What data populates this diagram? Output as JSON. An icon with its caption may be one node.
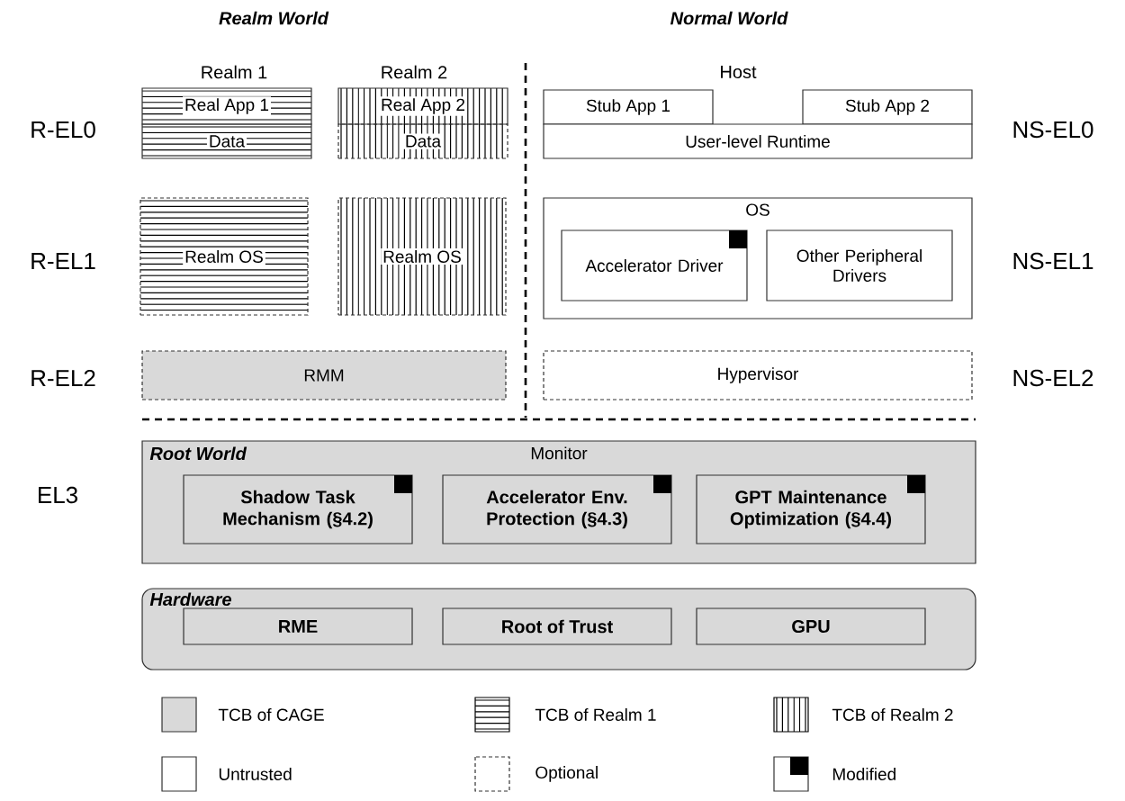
{
  "diagram": {
    "nodes": [
      {
        "text": [
          "Real App 1"
        ]
      },
      {
        "text": [
          "Data"
        ]
      },
      {
        "text": [
          "Real App 2"
        ]
      },
      {
        "text": [
          "Data"
        ]
      },
      {
        "text": [
          "Stub App 1"
        ]
      },
      {
        "text": [
          "Stub App 2"
        ]
      },
      {
        "text": [
          "User-level Runtime"
        ]
      },
      {
        "text": [
          "Realm OS"
        ]
      },
      {
        "text": [
          "Realm OS"
        ]
      },
      {
        "text": [
          "OS"
        ]
      },
      {
        "text": [
          "Accelerator Driver"
        ],
        "in": 9
      },
      {
        "text": [
          "Other Peripheral Drivers"
        ],
        "in": 9
      },
      {
        "text": [
          "RMM"
        ]
      },
      {
        "text": [
          "Hypervisor"
        ]
      },
      {
        "text": [
          "Root World",
          "Monitor"
        ]
      },
      {
        "text": [
          "Shadow Task Mechanism (§4.2)"
        ],
        "in": 14
      },
      {
        "text": [
          "Accelerator Env. Protection (§4.3)"
        ],
        "in": 14
      },
      {
        "text": [
          "GPT Maintenance Optimization (§4.4)"
        ],
        "in": 14
      },
      {
        "text": [
          "Hardware"
        ]
      },
      {
        "text": [
          "RME"
        ],
        "in": 18
      },
      {
        "text": [
          "Root of Trust"
        ],
        "in": 18
      },
      {
        "text": [
          "GPU"
        ],
        "in": 18
      }
    ],
    "labels": [
      "Realm World",
      "Normal World",
      "Realm 1",
      "Realm 2",
      "Host",
      "R-EL0",
      "NS-EL0",
      "R-EL1",
      "NS-EL1",
      "R-EL2",
      "NS-EL2",
      "EL3"
    ],
    "legend": [
      {
        "text": "TCB of CAGE",
        "color": "#d9d9d9"
      },
      {
        "text": "TCB of Realm 1"
      },
      {
        "text": "TCB of Realm 2"
      },
      {
        "text": "Untrusted"
      },
      {
        "text": "Optional"
      },
      {
        "text": "Modified"
      }
    ]
  }
}
